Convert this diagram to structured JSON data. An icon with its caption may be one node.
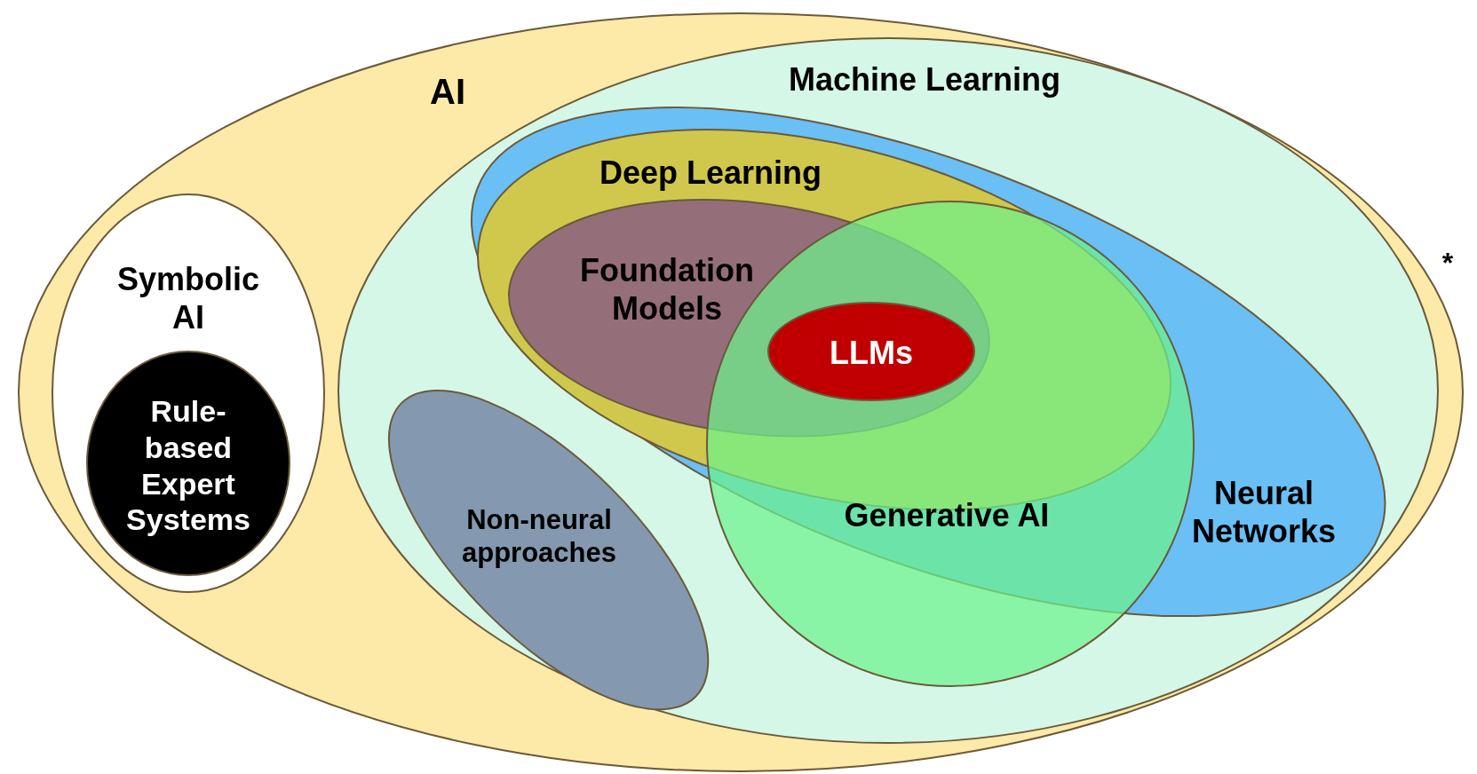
{
  "diagram": {
    "nodes": [
      {
        "text": [
          "AI"
        ]
      },
      {
        "text": [
          "Symbolic AI"
        ],
        "in": 0
      },
      {
        "text": [
          "Rule-based Expert Systems"
        ],
        "in": 1
      },
      {
        "text": [
          "Machine Learning"
        ],
        "in": 0
      },
      {
        "text": [
          "Neural Networks"
        ],
        "in": 3
      },
      {
        "text": [
          "Deep Learning"
        ],
        "in": 4
      },
      {
        "text": [
          "Foundation Models"
        ],
        "in": 5
      },
      {
        "text": [
          "LLMs"
        ]
      },
      {
        "text": [
          "Generative AI"
        ],
        "in": 3
      },
      {
        "text": [
          "Non-neural approaches"
        ],
        "in": 3
      }
    ],
    "labels": [
      "*"
    ]
  }
}
